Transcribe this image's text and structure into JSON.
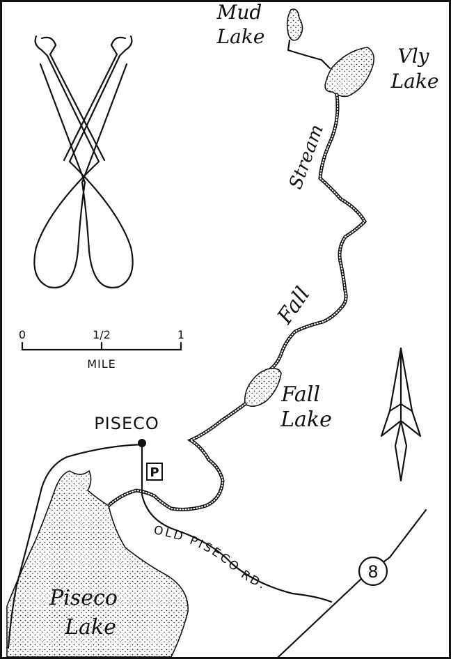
{
  "water_labels": {
    "mud_lake": [
      "Mud",
      "Lake"
    ],
    "vly_lake": [
      "Vly",
      "Lake"
    ],
    "stream_word": "Stream",
    "fall_word": "Fall",
    "fall_lake": [
      "Fall",
      "Lake"
    ],
    "piseco_lake": [
      "Piseco",
      "Lake"
    ]
  },
  "place_labels": {
    "town": "PISECO",
    "road": "OLD PISECO RD.",
    "parking_symbol": "P",
    "route_number": "8"
  },
  "scale_bar": {
    "tick_labels": [
      "0",
      "1/2",
      "1"
    ],
    "unit": "MILE"
  },
  "icons": [
    "crossed-paddles-icon",
    "north-arrow-icon",
    "parking-icon",
    "route-shield-icon"
  ],
  "colors": {
    "ink": "#111111",
    "paper": "#ffffff"
  }
}
